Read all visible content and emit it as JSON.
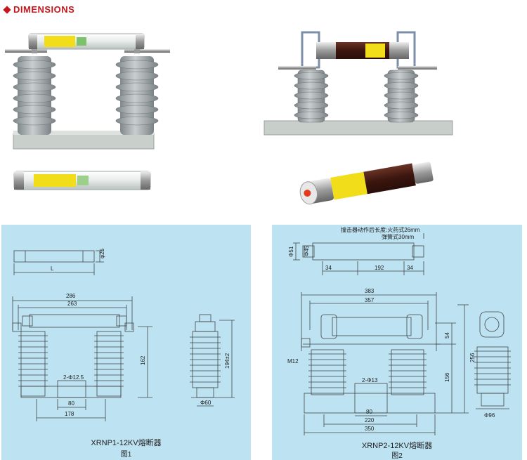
{
  "header": {
    "title": "DIMENSIONS"
  },
  "colors": {
    "accent": "#c4161c",
    "panel_bg": "#bde3f3",
    "porcelain": "#a9aeb0",
    "tube_white": "#eef0ef",
    "tube_brown": "#4a1e17",
    "label_yellow": "#f2dd1b",
    "base": "#c8ceca",
    "line": "#444444"
  },
  "figure1": {
    "model": "XRNP1-12KV熔断器",
    "fig_label": "图1",
    "dims": {
      "d_tube": "φ25",
      "length": "L",
      "d286": "286",
      "d263": "263",
      "d162": "162",
      "d194": "194±2",
      "hole": "2-Φ12.5",
      "d80": "80",
      "d178": "178",
      "d60": "Φ60"
    }
  },
  "figure2": {
    "model": "XRNP2-12KV熔断器",
    "fig_label": "图2",
    "note_line1": "撞击器动作后长度:火药式26mm",
    "note_line2": "弹簧式30mm",
    "dims": {
      "d51": "Φ51",
      "d45": "Φ45",
      "d34a": "34",
      "d192": "192",
      "d34b": "34",
      "d383": "383",
      "d357": "357",
      "d54": "54",
      "d256": "256",
      "d156": "156",
      "m12": "M12",
      "hole": "2-Φ13",
      "d80": "80",
      "d220": "220",
      "d350": "350",
      "d96": "Φ96"
    }
  }
}
